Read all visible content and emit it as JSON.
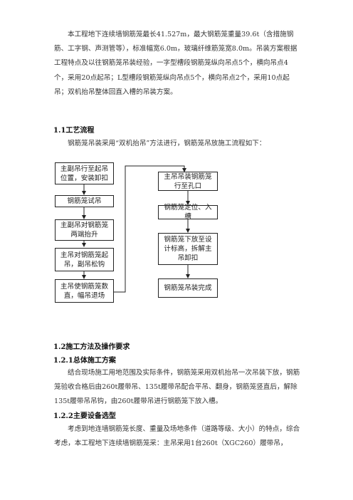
{
  "intro": "本工程地下连续墙钢筋笼最长41.527m，最大钢筋笼重量39.6t（含措施钢筋、工字钢、声测管等），标准幅宽6.0m，玻璃纤维筋笼宽8.0m。吊装方案根据工程特点及以往钢筋笼吊装经验，一字型槽段钢筋笼纵向吊点5个，横向吊点4个，采用20点起吊；L型槽段钢筋笼纵向吊点5个，横向吊点2个，采用10点起吊；双机抬吊整体回直入槽的吊装方案。",
  "section_1_1": {
    "title": "1.1工艺流程",
    "text": "钢筋笼吊装采用“双机抬吊”方法进行，钢筋笼吊放施工流程如下："
  },
  "flow": {
    "left": [
      "主副吊行至起吊位置，安装卸扣",
      "钢筋笼试吊",
      "主副吊对钢筋笼两端抬升",
      "主吊对钢筋笼起吊，副吊松钩",
      "主吊使钢筋笼数直，幅吊退场"
    ],
    "right": [
      "主吊吊装钢筋笼行至孔口",
      "钢筋笼定位、入槽",
      "钢筋笼下放至设计标高，拆解主吊卸扣",
      "钢筋笼吊装完成"
    ]
  },
  "section_1_2": {
    "title": "1.2施工方法及操作要求"
  },
  "section_1_2_1": {
    "title": "1.2.1总体施工方案",
    "text": "结合现场施工用地范围及实际条件，钢筋笼采用双机抬吊一次吊装下放，钢筋笼验收合格后由260t履带吊、135t履带吊配合平吊、翻身，钢筋笼竖直后，解除135t履带吊吊钩，由260t履带吊进行钢筋笼下放入槽。"
  },
  "section_1_2_2": {
    "title": "1.2.2主要设备选型",
    "text": "考虑到地连墙钢筋笼长度、重量及场地条件（道路等级、大小）的特点，综合考虑，本工程地下连续墙钢筋笼采：主吊采用1台260t（XGC260）履带吊，"
  }
}
